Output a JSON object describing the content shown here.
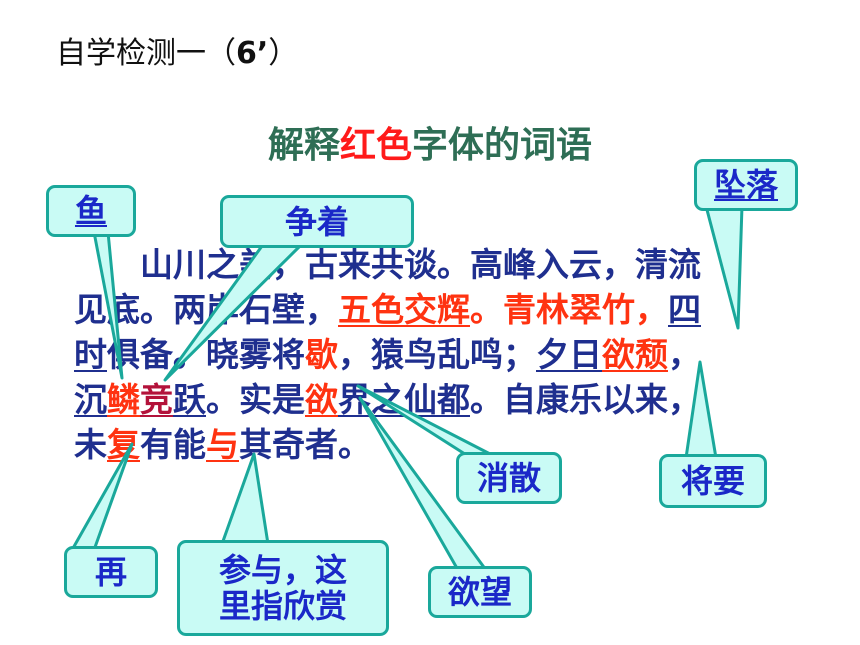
{
  "heading": {
    "text": "自学检测一（",
    "score": "6’",
    "close": "）"
  },
  "subtitle": {
    "part1": "解释",
    "highlight": "红色",
    "part2": "字体的词语"
  },
  "passage": {
    "l1a": "山川之美，古来共谈。高峰入云，清流",
    "l2a": "见底。两岸石壁，",
    "l2b": "五色交辉",
    "l2c": "。青林翠竹，",
    "l2d": "四",
    "l3a": "时",
    "l3b": "俱备。晓雾将",
    "l3c": "歇",
    "l3d": "，猿鸟乱鸣；",
    "l3e": "夕日",
    "l3f": "欲",
    "l3g": "颓",
    "l3h": "，",
    "l4a": "沉",
    "l4b": "鳞",
    "l4c": "竞",
    "l4d": "跃",
    "l4e": "。实是",
    "l4f": "欲",
    "l4g": "界之仙都",
    "l4h": "。自康乐以来，",
    "l5a": "未",
    "l5b": "复",
    "l5c": "有能",
    "l5d": "与",
    "l5e": "其奇者。"
  },
  "callouts": {
    "yu": "鱼",
    "zhengzhe": "争着",
    "zhuiluo": "坠落",
    "xiaosan": "消散",
    "jiangyao": "将要",
    "zai": "再",
    "canyu_l1": "参与，这",
    "canyu_l2": "里指欣赏",
    "yuwang": "欲望"
  },
  "colors": {
    "text": "#1f2f8f",
    "highlight": "#ff3311",
    "subtitle": "#2e6e55",
    "callout_fill": "#c9fbf5",
    "callout_border": "#1aa89b",
    "callout_text": "#1a28c8"
  }
}
